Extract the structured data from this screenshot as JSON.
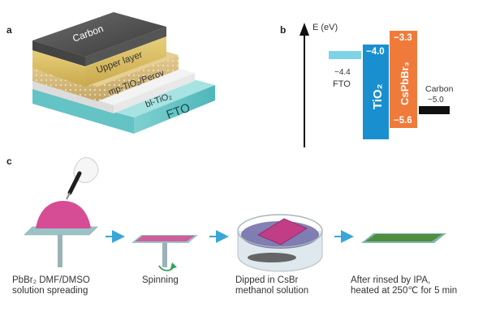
{
  "panel_a": {
    "label": "a",
    "layers": {
      "carbon": "Carbon",
      "upper": "Upper layer",
      "mp": "mp-TiO₂/Perov",
      "bl": "bl-TiO₂",
      "fto": "FTO"
    }
  },
  "panel_b": {
    "label": "b",
    "axis_label": "E (eV)",
    "fto": {
      "name": "FTO",
      "value": "−4.4"
    },
    "tio2": {
      "name": "TiO₂",
      "top": "−4.0"
    },
    "cspbbr3": {
      "name": "CsPbBr₃",
      "top": "−3.3",
      "bottom": "−5.6"
    },
    "carbon": {
      "name": "Carbon",
      "value": "−5.0"
    },
    "colors": {
      "fto": "#7dd3e8",
      "tio2": "#1a8fd0",
      "cspbbr3": "#f07a3a",
      "carbon": "#111111"
    }
  },
  "panel_c": {
    "label": "c",
    "steps": [
      {
        "line1": "PbBr₂ DMF/DMSO",
        "line2": "solution spreading"
      },
      {
        "line1": "Spinning",
        "line2": ""
      },
      {
        "line1": "Dipped in CsBr",
        "line2": "methanol solution"
      },
      {
        "line1": "After rinsed by IPA,",
        "line2": "heated at 250℃ for 5 min"
      }
    ]
  }
}
